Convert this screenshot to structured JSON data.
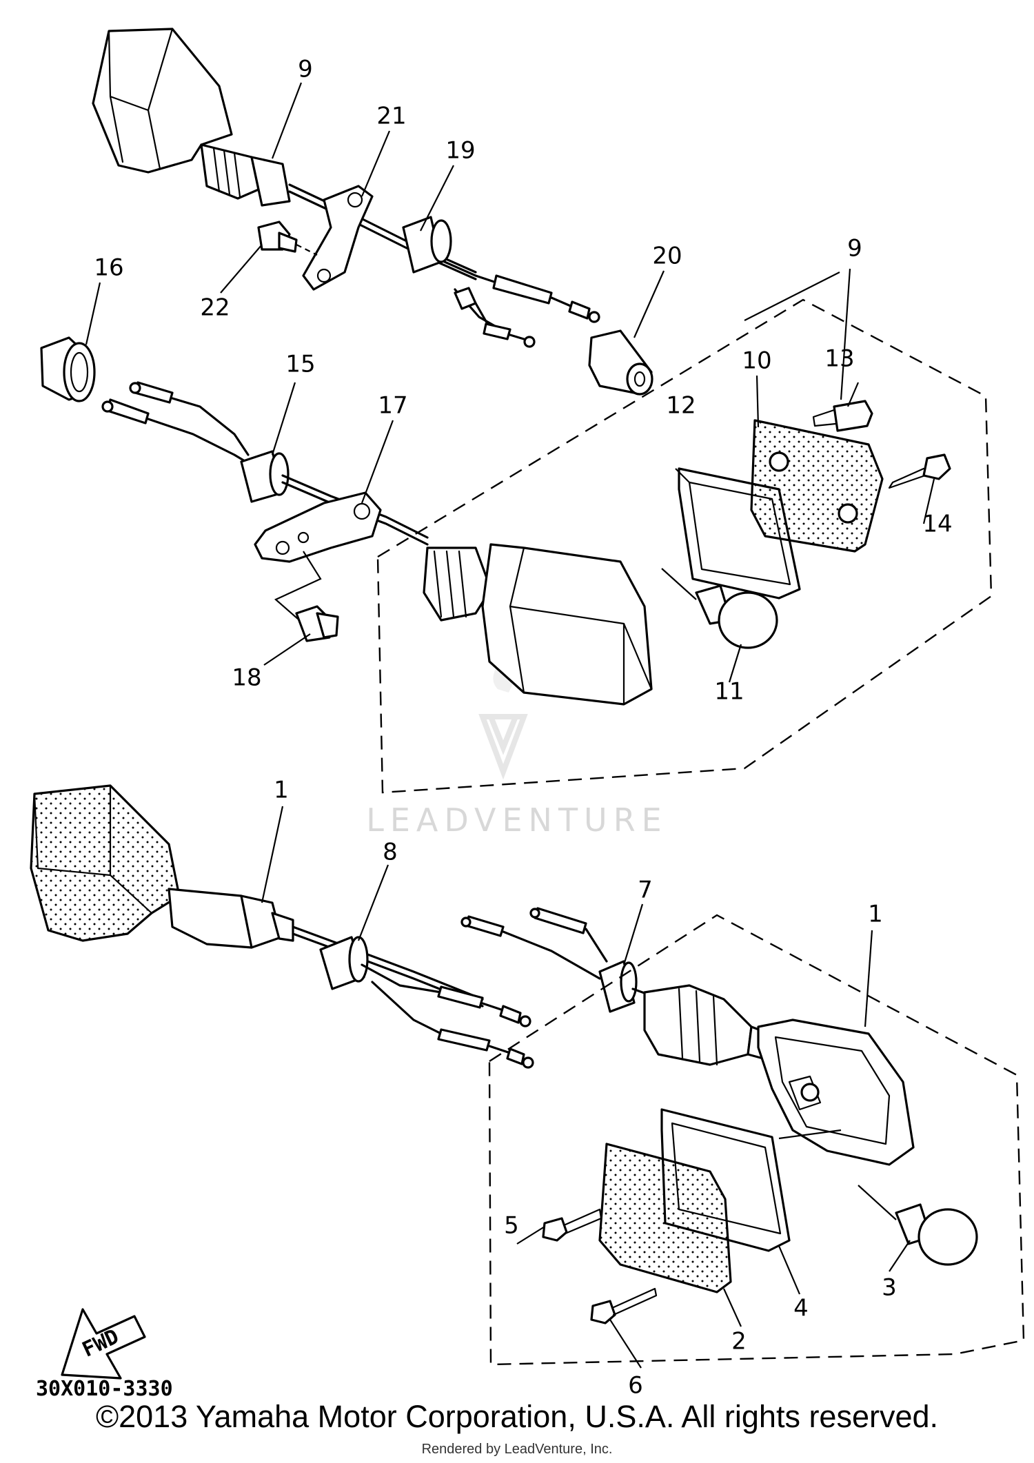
{
  "callouts": {
    "c1a": "1",
    "c1b": "1",
    "c2": "2",
    "c3": "3",
    "c4": "4",
    "c5": "5",
    "c6": "6",
    "c7": "7",
    "c8": "8",
    "c9a": "9",
    "c9b": "9",
    "c10": "10",
    "c11": "11",
    "c12": "12",
    "c13": "13",
    "c14": "14",
    "c15": "15",
    "c16": "16",
    "c17": "17",
    "c18": "18",
    "c19": "19",
    "c20": "20",
    "c21": "21",
    "c22": "22"
  },
  "fwd_label": "FWD",
  "diagram_code": "30X010-3330",
  "watermark": "LEADVENTURE",
  "copyright": "©2013 Yamaha Motor Corporation, U.S.A. All rights reserved.",
  "rendered_by": "Rendered by LeadVenture, Inc."
}
